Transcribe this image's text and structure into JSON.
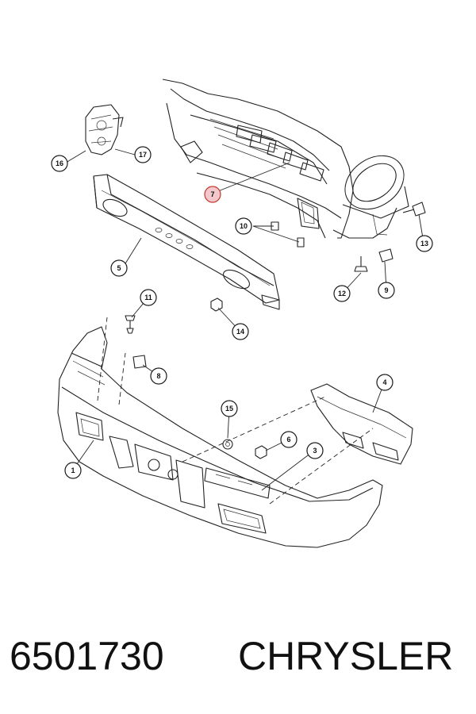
{
  "diagram": {
    "callouts": [
      {
        "id": "1",
        "label": "1"
      },
      {
        "id": "3",
        "label": "3"
      },
      {
        "id": "4",
        "label": "4"
      },
      {
        "id": "5",
        "label": "5"
      },
      {
        "id": "6",
        "label": "6"
      },
      {
        "id": "7",
        "label": "7",
        "highlighted": true
      },
      {
        "id": "8",
        "label": "8"
      },
      {
        "id": "9",
        "label": "9"
      },
      {
        "id": "10",
        "label": "10"
      },
      {
        "id": "11",
        "label": "11"
      },
      {
        "id": "12",
        "label": "12"
      },
      {
        "id": "13",
        "label": "13"
      },
      {
        "id": "14",
        "label": "14"
      },
      {
        "id": "15",
        "label": "15"
      },
      {
        "id": "16",
        "label": "16"
      },
      {
        "id": "17",
        "label": "17"
      }
    ],
    "highlight_color": "#f3c7cc"
  },
  "footer": {
    "part_number": "6501730",
    "brand": "CHRYSLER"
  }
}
